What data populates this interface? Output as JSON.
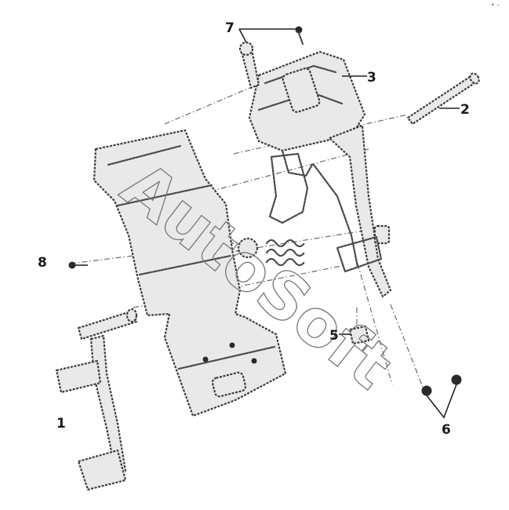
{
  "watermark": "AutoSoft",
  "corner_mark": "• –",
  "callouts": {
    "c1": "1",
    "c2": "2",
    "c3": "3",
    "c5": "5",
    "c6": "6",
    "c7": "7",
    "c8": "8"
  }
}
